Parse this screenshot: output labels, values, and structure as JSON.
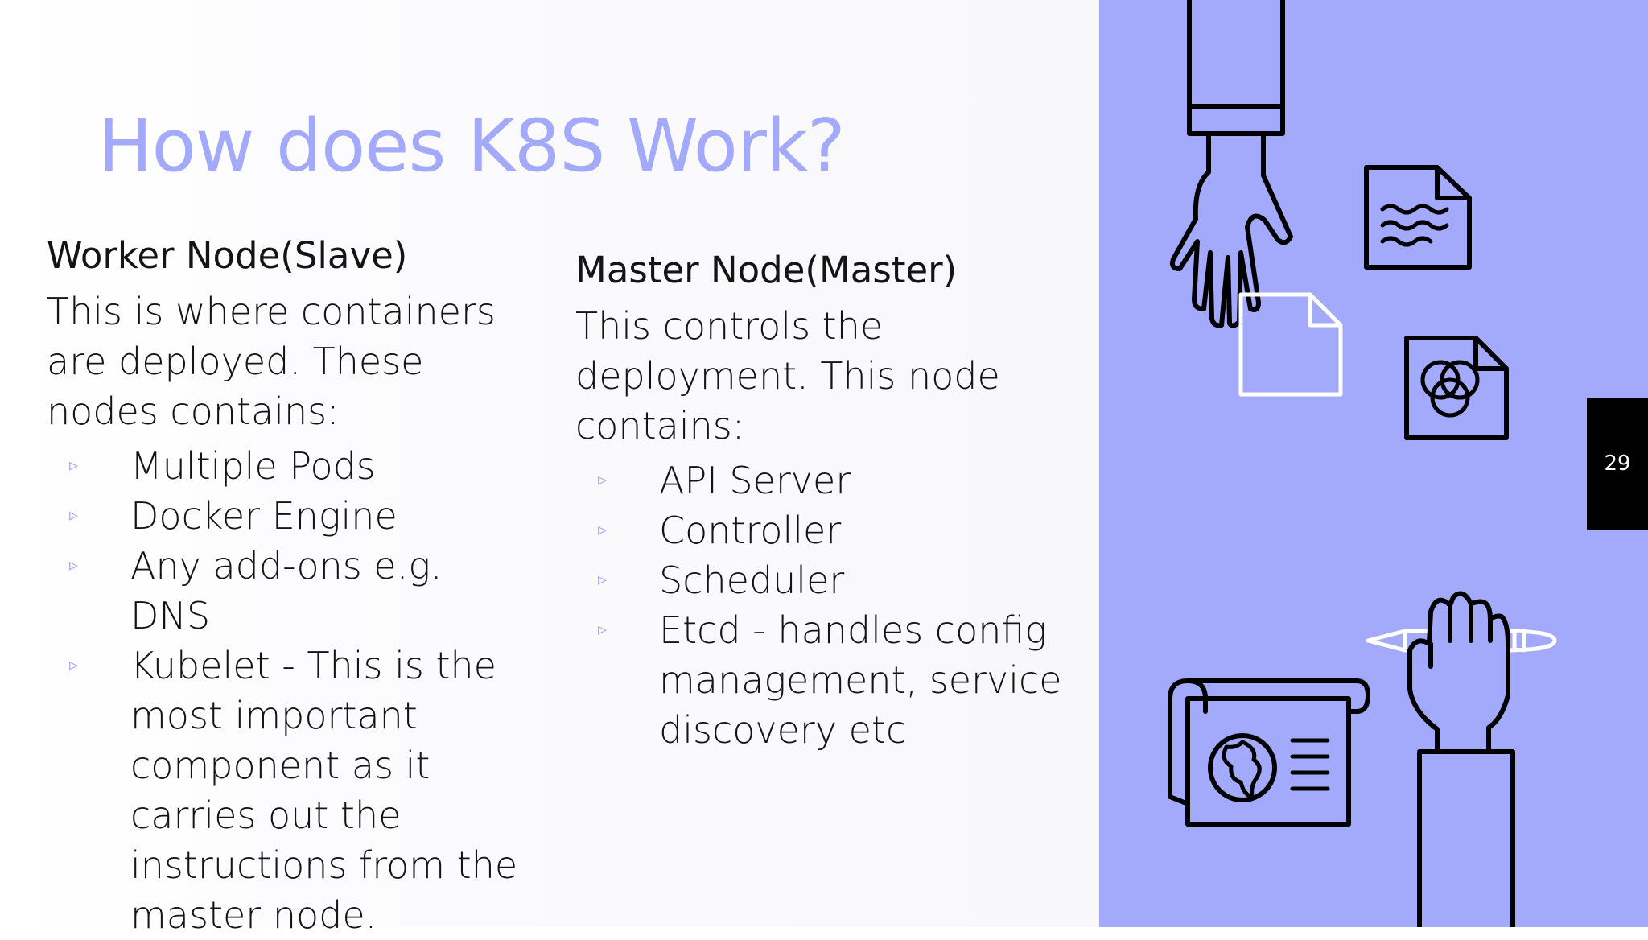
{
  "title": "How does K8S Work?",
  "worker": {
    "heading": "Worker Node(Slave)",
    "intro": "This is where containers are deployed. These nodes contains:",
    "items": [
      "Multiple Pods",
      "Docker Engine",
      "Any add-ons e.g. DNS",
      "Kubelet - This is the most important component as it carries out the instructions from the master node."
    ]
  },
  "master": {
    "heading": "Master Node(Master)",
    "intro": "This controls the deployment. This node contains:",
    "items": [
      "API Server",
      "Controller",
      "Scheduler",
      "Etcd - handles config management, service discovery etc"
    ]
  },
  "page_number": "29",
  "bullet_glyph": "▹",
  "colors": {
    "accent": "#a4aafb",
    "text": "#141414",
    "page_tab": "#000000"
  },
  "illustration": {
    "icons": [
      "hand-icon",
      "document-icon",
      "blank-page-icon",
      "color-circles-document-icon",
      "hand-holding-pencil-icon",
      "pencil-icon",
      "scroll-map-icon",
      "globe-icon"
    ]
  }
}
